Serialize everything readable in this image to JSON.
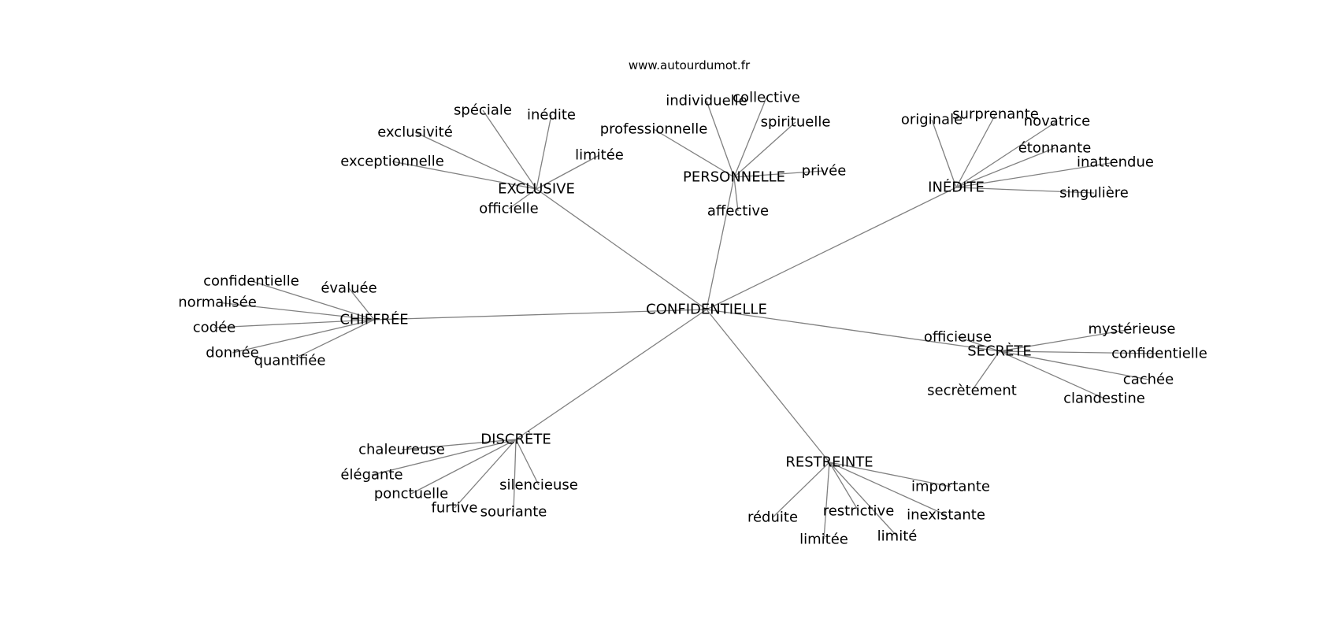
{
  "source": "www.autourdumot.fr",
  "center": "CONFIDENTIELLE",
  "hubs": [
    {
      "label": "EXCLUSIVE",
      "leaves": [
        "spéciale",
        "inédite",
        "exclusivité",
        "exceptionnelle",
        "limitée",
        "officielle"
      ]
    },
    {
      "label": "PERSONNELLE",
      "leaves": [
        "individuelle",
        "collective",
        "spirituelle",
        "professionnelle",
        "privée",
        "affective"
      ]
    },
    {
      "label": "INÉDITE",
      "leaves": [
        "originale",
        "surprenante",
        "novatrice",
        "étonnante",
        "inattendue",
        "singulière"
      ]
    },
    {
      "label": "CHIFFRÉE",
      "leaves": [
        "confidentielle",
        "évaluée",
        "normalisée",
        "codée",
        "donnée",
        "quantifiée"
      ]
    },
    {
      "label": "SECRÈTE",
      "leaves": [
        "officieuse",
        "mystérieuse",
        "confidentielle",
        "cachée",
        "clandestine",
        "secrètement"
      ]
    },
    {
      "label": "DISCRÈTE",
      "leaves": [
        "chaleureuse",
        "élégante",
        "ponctuelle",
        "furtive",
        "souriante",
        "silencieuse"
      ]
    },
    {
      "label": "RESTREINTE",
      "leaves": [
        "importante",
        "inexistante",
        "restrictive",
        "limité",
        "limitée",
        "réduite"
      ]
    }
  ]
}
